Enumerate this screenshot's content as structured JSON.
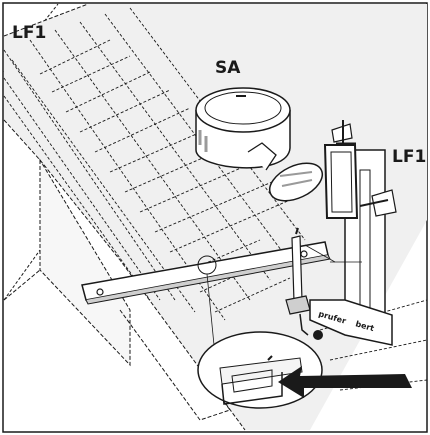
{
  "labels": {
    "top_left": "LF1",
    "spirit_level": "SA",
    "bracket": "LF1"
  },
  "bracket_markings": {
    "left": "prufer",
    "right": "bert"
  },
  "colors": {
    "background": "#ffffff",
    "panel_fill": "#f0f0f0",
    "ink": "#1a1a1a",
    "shade": "#9a9a9a"
  },
  "icons": {
    "pointer": "arrow-icon",
    "inset": "magnifier-circle-icon"
  }
}
